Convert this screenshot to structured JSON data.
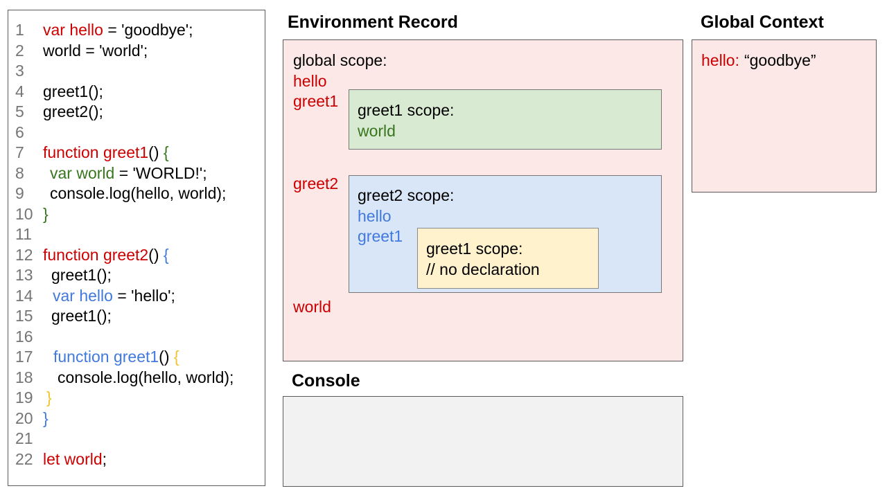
{
  "palette": {
    "code_red": "#cc0000",
    "code_green": "#38761d",
    "code_blue": "#4179dd",
    "code_orange": "#f1c232",
    "line_number_gray": "#757575",
    "pink_fill": "#fce8e7",
    "green_fill": "#d9ead3",
    "blue_fill": "#d9e6f8",
    "yellow_fill": "#fff2cc",
    "console_fill": "#f2f2f2"
  },
  "code_panel": {
    "lines": [
      {
        "n": "1",
        "indent": 0,
        "segs": [
          {
            "t": "var hello",
            "c": "red"
          },
          {
            "t": " = 'goodbye';",
            "c": "black"
          }
        ]
      },
      {
        "n": "2",
        "indent": 0,
        "segs": [
          {
            "t": "world = 'world';",
            "c": "black"
          }
        ]
      },
      {
        "n": "3",
        "indent": 0,
        "segs": []
      },
      {
        "n": "4",
        "indent": 0,
        "segs": [
          {
            "t": "greet1();",
            "c": "black"
          }
        ]
      },
      {
        "n": "5",
        "indent": 0,
        "segs": [
          {
            "t": "greet2();",
            "c": "black"
          }
        ]
      },
      {
        "n": "6",
        "indent": 0,
        "segs": []
      },
      {
        "n": "7",
        "indent": 0,
        "segs": [
          {
            "t": "function greet1",
            "c": "red"
          },
          {
            "t": "() ",
            "c": "black"
          },
          {
            "t": "{",
            "c": "green"
          }
        ]
      },
      {
        "n": "8",
        "indent": 10,
        "segs": [
          {
            "t": "var world",
            "c": "green"
          },
          {
            "t": " = 'WORLD!';",
            "c": "black"
          }
        ]
      },
      {
        "n": "9",
        "indent": 10,
        "segs": [
          {
            "t": "console.log(hello, world);",
            "c": "black"
          }
        ]
      },
      {
        "n": "10",
        "indent": 0,
        "segs": [
          {
            "t": "}",
            "c": "green"
          }
        ]
      },
      {
        "n": "11",
        "indent": 0,
        "segs": []
      },
      {
        "n": "12",
        "indent": 0,
        "segs": [
          {
            "t": "function greet2",
            "c": "red"
          },
          {
            "t": "() ",
            "c": "black"
          },
          {
            "t": "{",
            "c": "blue"
          }
        ]
      },
      {
        "n": "13",
        "indent": 12,
        "segs": [
          {
            "t": "greet1();",
            "c": "black"
          }
        ]
      },
      {
        "n": "14",
        "indent": 14,
        "segs": [
          {
            "t": "var hello",
            "c": "blue"
          },
          {
            "t": " = 'hello';",
            "c": "black"
          }
        ]
      },
      {
        "n": "15",
        "indent": 12,
        "segs": [
          {
            "t": "greet1();",
            "c": "black"
          }
        ]
      },
      {
        "n": "16",
        "indent": 0,
        "segs": []
      },
      {
        "n": "17",
        "indent": 15,
        "segs": [
          {
            "t": "function greet1",
            "c": "blue"
          },
          {
            "t": "() ",
            "c": "black"
          },
          {
            "t": "{",
            "c": "orange"
          }
        ]
      },
      {
        "n": "18",
        "indent": 21,
        "segs": [
          {
            "t": "console.log(hello, world);",
            "c": "black"
          }
        ]
      },
      {
        "n": "19",
        "indent": 5,
        "segs": [
          {
            "t": "}",
            "c": "orange"
          }
        ]
      },
      {
        "n": "20",
        "indent": 0,
        "segs": [
          {
            "t": "}",
            "c": "blue"
          }
        ]
      },
      {
        "n": "21",
        "indent": 0,
        "segs": []
      },
      {
        "n": "22",
        "indent": 0,
        "segs": [
          {
            "t": "let world",
            "c": "red"
          },
          {
            "t": ";",
            "c": "black"
          }
        ]
      }
    ]
  },
  "environment_record": {
    "title": "Environment Record",
    "global_scope": {
      "label": "global scope:",
      "vars": [
        "hello",
        "greet1",
        "greet2",
        "world"
      ]
    },
    "greet1_scope": {
      "label": "greet1 scope:",
      "vars": [
        "world"
      ]
    },
    "greet2_scope": {
      "label": "greet2 scope:",
      "vars": [
        "hello",
        "greet1"
      ],
      "inner_greet1_scope": {
        "label": "greet1 scope:",
        "comment": "// no declaration"
      }
    }
  },
  "global_context": {
    "title": "Global Context",
    "key": "hello:",
    "value": "“goodbye”"
  },
  "console": {
    "title": "Console"
  }
}
